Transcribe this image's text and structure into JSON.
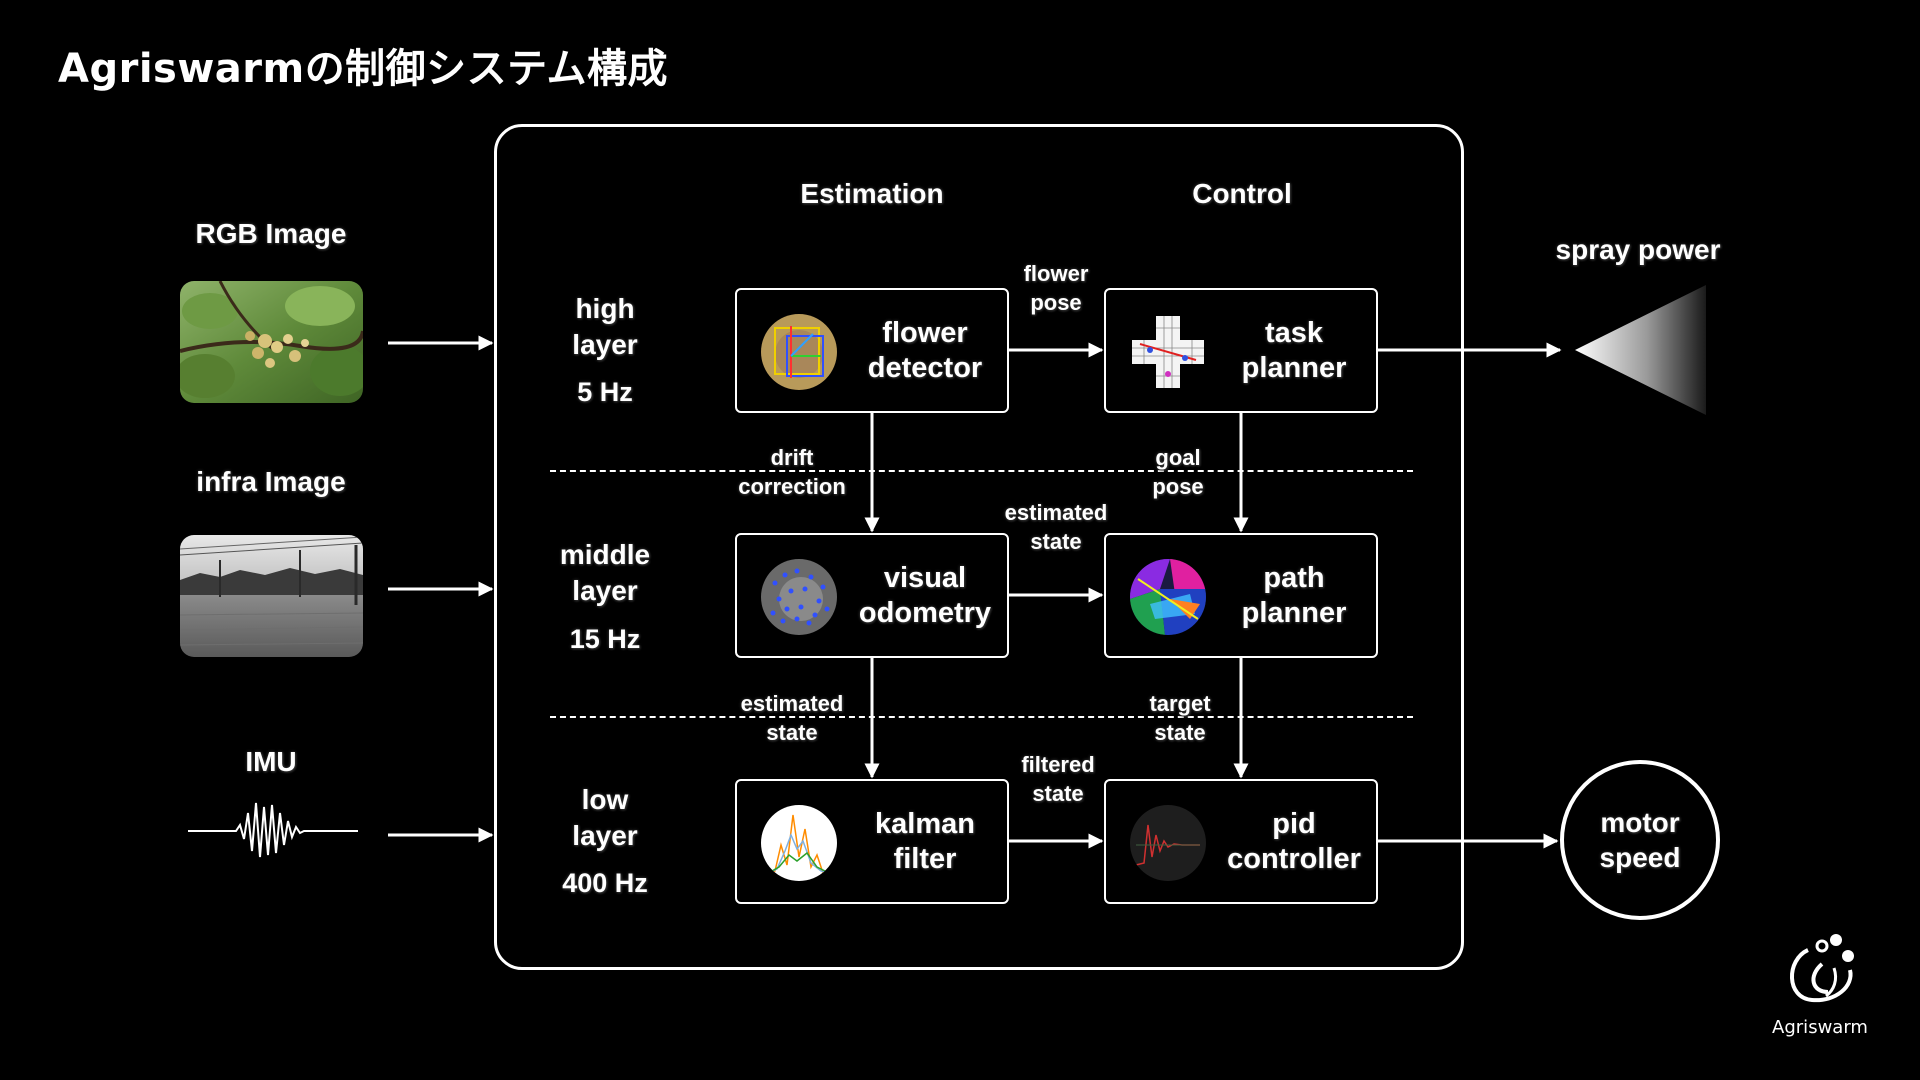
{
  "title": "Agriswarmの制御システム構成",
  "inputs": {
    "rgb": "RGB Image",
    "infra": "infra Image",
    "imu": "IMU"
  },
  "columns": {
    "estimation": "Estimation",
    "control": "Control"
  },
  "layers": {
    "high": {
      "l1": "high",
      "l2": "layer",
      "rate": "5 Hz"
    },
    "middle": {
      "l1": "middle",
      "l2": "layer",
      "rate": "15 Hz"
    },
    "low": {
      "l1": "low",
      "l2": "layer",
      "rate": "400 Hz"
    }
  },
  "nodes": {
    "flower_detector": {
      "l1": "flower",
      "l2": "detector"
    },
    "task_planner": {
      "l1": "task",
      "l2": "planner"
    },
    "visual_odometry": {
      "l1": "visual",
      "l2": "odometry"
    },
    "path_planner": {
      "l1": "path",
      "l2": "planner"
    },
    "kalman_filter": {
      "l1": "kalman",
      "l2": "filter"
    },
    "pid_controller": {
      "l1": "pid",
      "l2": "controller"
    }
  },
  "edges": {
    "flower_pose": {
      "l1": "flower",
      "l2": "pose"
    },
    "drift_correction": {
      "l1": "drift",
      "l2": "correction"
    },
    "goal_pose": {
      "l1": "goal",
      "l2": "pose"
    },
    "estimated_state_mid": {
      "l1": "estimated",
      "l2": "state"
    },
    "estimated_state_low": {
      "l1": "estimated",
      "l2": "state"
    },
    "target_state": {
      "l1": "target",
      "l2": "state"
    },
    "filtered_state": {
      "l1": "filtered",
      "l2": "state"
    }
  },
  "outputs": {
    "spray_power": "spray power",
    "motor_speed": {
      "l1": "motor",
      "l2": "speed"
    }
  },
  "logo": {
    "text": "Agriswarm"
  }
}
